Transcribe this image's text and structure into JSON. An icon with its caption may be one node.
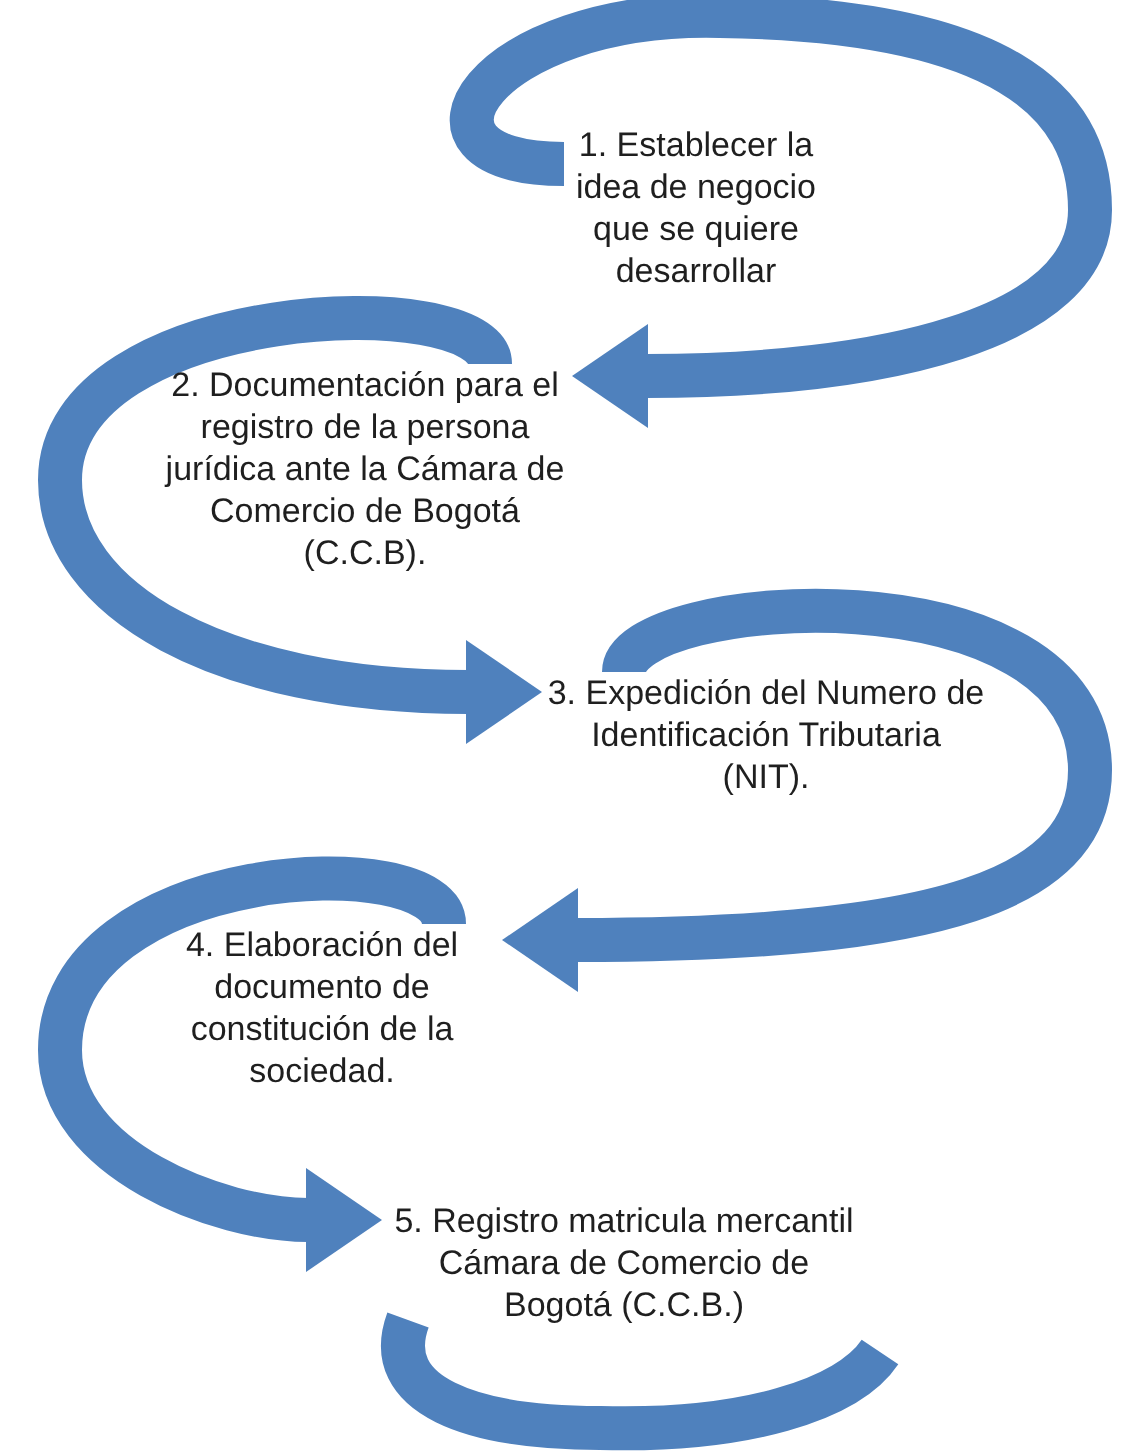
{
  "diagram": {
    "nodes": [
      {
        "text": [
          "1. Establecer la idea de negocio que se quiere desarrollar"
        ]
      },
      {
        "text": [
          "2. Documentación para el registro de la persona jurídica ante la Cámara de Comercio de Bogotá (C.C.B)."
        ]
      },
      {
        "text": [
          "3. Expedición del Numero de Identificación Tributaria (NIT)."
        ]
      },
      {
        "text": [
          "4. Elaboración del documento de constitución de la sociedad."
        ]
      },
      {
        "text": [
          "5. Registro matricula mercantil Cámara de Comercio de Bogotá (C.C.B.)"
        ]
      }
    ],
    "edges": [
      {
        "from": 0,
        "to": 1,
        "arrow": "to"
      },
      {
        "from": 1,
        "to": 2,
        "arrow": "to"
      },
      {
        "from": 2,
        "to": 3,
        "arrow": "to"
      },
      {
        "from": 3,
        "to": 4,
        "arrow": "to"
      }
    ]
  }
}
